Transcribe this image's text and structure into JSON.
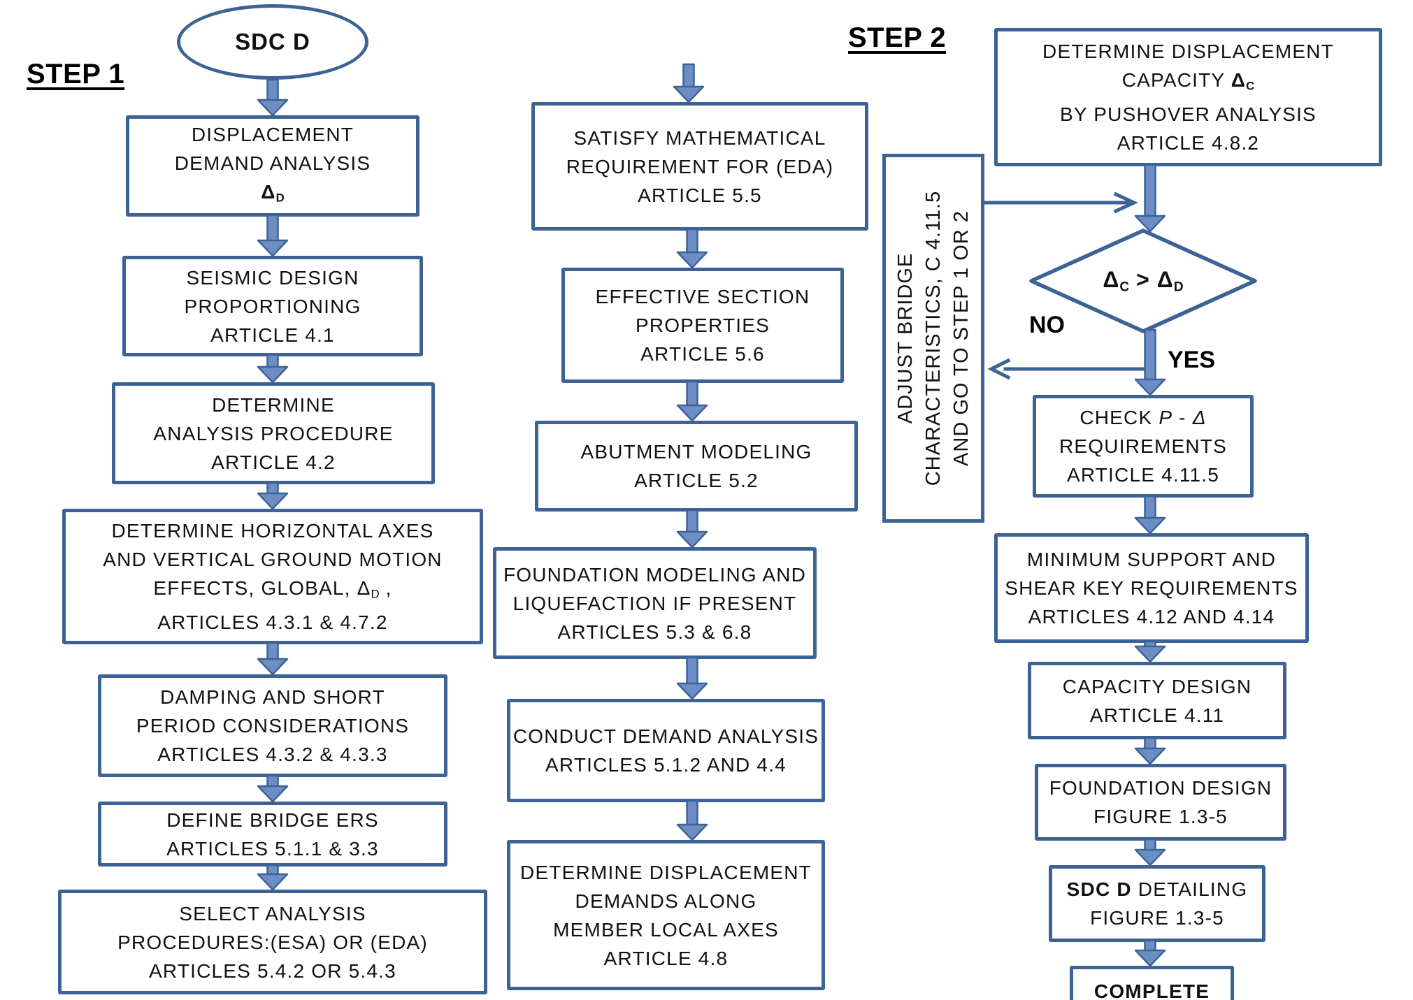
{
  "colors": {
    "line": "#3c6296",
    "arrow_fill": "#6d8ec5",
    "text": "#111111",
    "background": "#ffffff"
  },
  "labels": {
    "step1": [
      [
        {
          "t": "STEP 1",
          "u": true
        }
      ]
    ],
    "step2": [
      [
        {
          "t": "STEP 2",
          "u": true
        }
      ]
    ],
    "no": "NO",
    "yes": "YES"
  },
  "nodes": {
    "start": {
      "lines": [
        [
          {
            "t": "SDC D",
            "b": true
          }
        ]
      ]
    },
    "l1": {
      "lines": [
        "DISPLACEMENT",
        "DEMAND ANALYSIS",
        [
          {
            "t": "Δ",
            "b": true
          },
          {
            "t": "D",
            "b": true,
            "sub": true
          }
        ]
      ]
    },
    "l2": {
      "lines": [
        "SEISMIC DESIGN",
        "PROPORTIONING",
        "ARTICLE 4.1"
      ]
    },
    "l3": {
      "lines": [
        "DETERMINE",
        "ANALYSIS PROCEDURE",
        "ARTICLE 4.2"
      ]
    },
    "l4": {
      "lines": [
        "DETERMINE HORIZONTAL AXES",
        "AND VERTICAL GROUND MOTION",
        [
          {
            "t": "EFFECTS, GLOBAL, "
          },
          {
            "t": "Δ"
          },
          {
            "t": "D",
            "sub": true
          },
          {
            "t": " ,"
          }
        ],
        "ARTICLES 4.3.1 & 4.7.2"
      ]
    },
    "l5": {
      "lines": [
        "DAMPING AND SHORT",
        "PERIOD CONSIDERATIONS",
        "ARTICLES 4.3.2 & 4.3.3"
      ]
    },
    "l6": {
      "lines": [
        "DEFINE BRIDGE ERS",
        "ARTICLES 5.1.1 & 3.3"
      ]
    },
    "l7": {
      "lines": [
        "SELECT ANALYSIS",
        "PROCEDURES:(ESA) OR (EDA)",
        "ARTICLES 5.4.2 OR 5.4.3"
      ]
    },
    "m1": {
      "lines": [
        "SATISFY MATHEMATICAL",
        "REQUIREMENT FOR (EDA)",
        "ARTICLE 5.5"
      ]
    },
    "m2": {
      "lines": [
        "EFFECTIVE SECTION",
        "PROPERTIES",
        "ARTICLE 5.6"
      ]
    },
    "m3": {
      "lines": [
        "ABUTMENT MODELING",
        "ARTICLE 5.2"
      ]
    },
    "m4": {
      "lines": [
        "FOUNDATION MODELING AND",
        "LIQUEFACTION IF PRESENT",
        "ARTICLES 5.3 & 6.8"
      ]
    },
    "m5": {
      "lines": [
        "CONDUCT DEMAND ANALYSIS",
        "ARTICLES 5.1.2 AND 4.4"
      ]
    },
    "m6": {
      "lines": [
        "DETERMINE DISPLACEMENT",
        "DEMANDS ALONG",
        "MEMBER LOCAL AXES",
        "ARTICLE 4.8"
      ]
    },
    "adjust": {
      "lines": [
        "ADJUST BRIDGE",
        "CHARACTERISTICS, C 4.11.5",
        "AND GO TO STEP 1 OR 2"
      ]
    },
    "r1": {
      "lines": [
        "DETERMINE DISPLACEMENT",
        [
          {
            "t": "CAPACITY "
          },
          {
            "t": "Δ",
            "b": true
          },
          {
            "t": "C",
            "b": true,
            "sub": true
          }
        ],
        "BY PUSHOVER ANALYSIS",
        "ARTICLE 4.8.2"
      ]
    },
    "decision": {
      "lines": [
        [
          {
            "t": "Δ",
            "b": true
          },
          {
            "t": "C",
            "b": true,
            "sub": true
          },
          {
            "t": " > ",
            "b": true
          },
          {
            "t": "Δ",
            "b": true
          },
          {
            "t": "D",
            "b": true,
            "sub": true
          }
        ]
      ]
    },
    "r2": {
      "lines": [
        [
          {
            "t": "CHECK "
          },
          {
            "t": "P",
            "i": true
          },
          {
            "t": " - "
          },
          {
            "t": "Δ",
            "i": true
          }
        ],
        "REQUIREMENTS",
        "ARTICLE 4.11.5"
      ]
    },
    "r3": {
      "lines": [
        "MINIMUM SUPPORT AND",
        "SHEAR KEY REQUIREMENTS",
        "ARTICLES 4.12 AND 4.14"
      ]
    },
    "r4": {
      "lines": [
        "CAPACITY DESIGN",
        "ARTICLE 4.11"
      ]
    },
    "r5": {
      "lines": [
        "FOUNDATION DESIGN",
        "FIGURE 1.3-5"
      ]
    },
    "r6": {
      "lines": [
        [
          {
            "t": "SDC D ",
            "b": true
          },
          {
            "t": "DETAILING"
          }
        ],
        "FIGURE 1.3-5"
      ]
    },
    "r7": {
      "lines": [
        [
          {
            "t": "COMPLETE",
            "b": true
          }
        ]
      ]
    }
  }
}
